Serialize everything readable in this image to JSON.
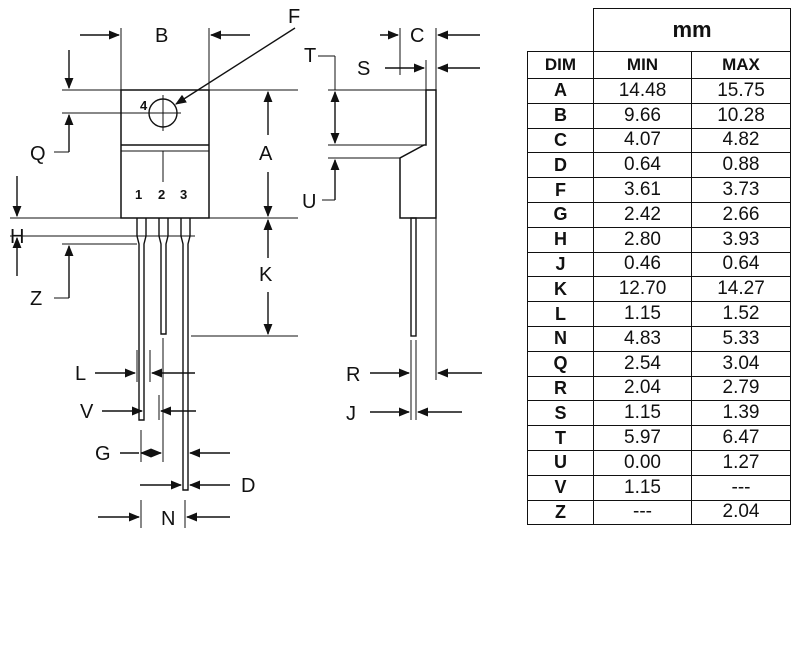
{
  "drawing": {
    "labels": {
      "B": "B",
      "F": "F",
      "C": "C",
      "T": "T",
      "S": "S",
      "Q": "Q",
      "A": "A",
      "U": "U",
      "H": "H",
      "K": "K",
      "Z": "Z",
      "L": "L",
      "V": "V",
      "G": "G",
      "D": "D",
      "N": "N",
      "R": "R",
      "J": "J"
    },
    "pins": {
      "p1": "1",
      "p2": "2",
      "p3": "3",
      "p4": "4"
    }
  },
  "table": {
    "unit": "mm",
    "headers": {
      "dim": "DIM",
      "min": "MIN",
      "max": "MAX"
    },
    "rows": [
      {
        "dim": "A",
        "min": "14.48",
        "max": "15.75"
      },
      {
        "dim": "B",
        "min": "9.66",
        "max": "10.28"
      },
      {
        "dim": "C",
        "min": "4.07",
        "max": "4.82"
      },
      {
        "dim": "D",
        "min": "0.64",
        "max": "0.88"
      },
      {
        "dim": "F",
        "min": "3.61",
        "max": "3.73"
      },
      {
        "dim": "G",
        "min": "2.42",
        "max": "2.66"
      },
      {
        "dim": "H",
        "min": "2.80",
        "max": "3.93"
      },
      {
        "dim": "J",
        "min": "0.46",
        "max": "0.64"
      },
      {
        "dim": "K",
        "min": "12.70",
        "max": "14.27"
      },
      {
        "dim": "L",
        "min": "1.15",
        "max": "1.52"
      },
      {
        "dim": "N",
        "min": "4.83",
        "max": "5.33"
      },
      {
        "dim": "Q",
        "min": "2.54",
        "max": "3.04"
      },
      {
        "dim": "R",
        "min": "2.04",
        "max": "2.79"
      },
      {
        "dim": "S",
        "min": "1.15",
        "max": "1.39"
      },
      {
        "dim": "T",
        "min": "5.97",
        "max": "6.47"
      },
      {
        "dim": "U",
        "min": "0.00",
        "max": "1.27"
      },
      {
        "dim": "V",
        "min": "1.15",
        "max": "---"
      },
      {
        "dim": "Z",
        "min": "---",
        "max": "2.04"
      }
    ]
  }
}
